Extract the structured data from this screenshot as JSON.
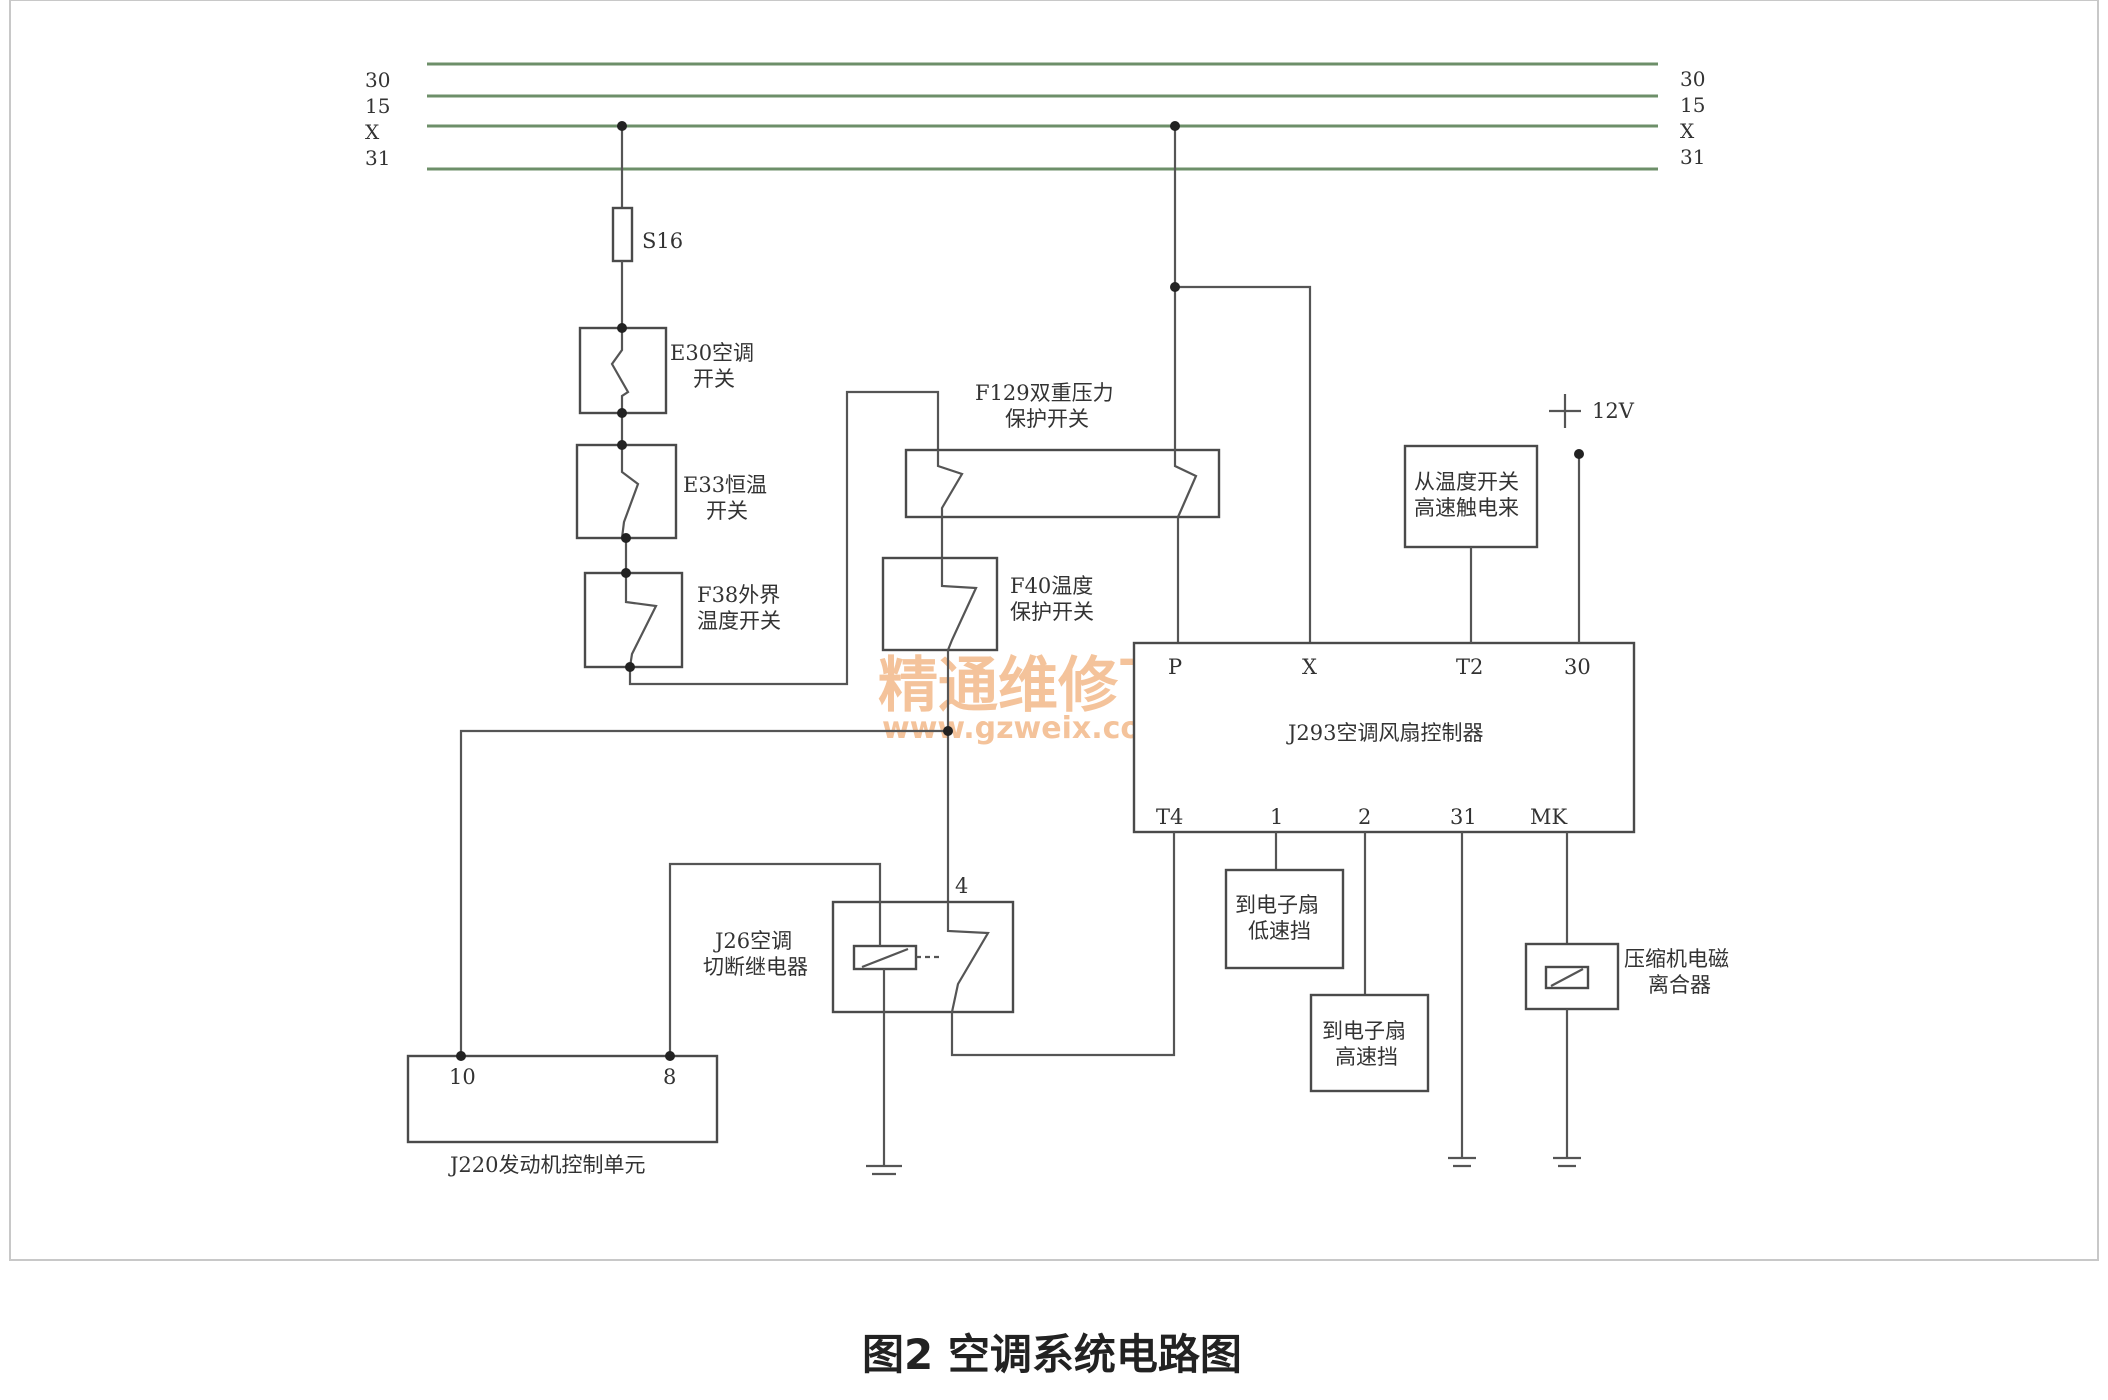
{
  "bus": {
    "left_labels": [
      "30",
      "15",
      "X",
      "31"
    ],
    "right_labels": [
      "30",
      "15",
      "X",
      "31"
    ]
  },
  "components": {
    "s16": "S16",
    "e30": [
      "E30空调",
      "开关"
    ],
    "e33": [
      "E33恒温",
      "开关"
    ],
    "f38": [
      "F38外界",
      "温度开关"
    ],
    "f129": [
      "F129双重压力",
      "保护开关"
    ],
    "f40": [
      "F40温度",
      "保护开关"
    ],
    "temp_switch": [
      "从温度开关",
      "高速触电来"
    ],
    "supply": "12V",
    "j293": "J293空调风扇控制器",
    "j293_top_pins": [
      "P",
      "X",
      "T2",
      "30"
    ],
    "j293_bottom_pins": [
      "T4",
      "1",
      "2",
      "31",
      "MK"
    ],
    "fan_low": [
      "到电子扇",
      "低速挡"
    ],
    "fan_high": [
      "到电子扇",
      "高速挡"
    ],
    "clutch": [
      "压缩机电磁",
      "离合器"
    ],
    "j26": [
      "J26空调",
      "切断继电器"
    ],
    "j26_pin": "4",
    "j220": "J220发动机控制单元",
    "j220_pins": [
      "10",
      "8"
    ]
  },
  "watermark": {
    "line1": "精通维修下载",
    "line2": "www.gzweix.com"
  },
  "caption": "图2 空调系统电路图",
  "colors": {
    "bus_line": "#6d8f69",
    "wire": "#555555",
    "watermark": "#f1b07a"
  }
}
